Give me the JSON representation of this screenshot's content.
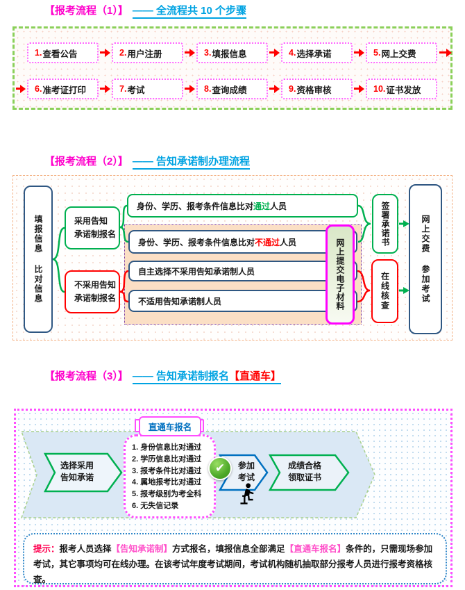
{
  "s1": {
    "title_prefix": "【报考流程（1）】",
    "title_dash": "——",
    "title_link": "全流程共 10 个步骤",
    "steps": [
      {
        "num": "1.",
        "label": "查看公告"
      },
      {
        "num": "2.",
        "label": "用户注册"
      },
      {
        "num": "3.",
        "label": "填报信息"
      },
      {
        "num": "4.",
        "label": "选择承诺"
      },
      {
        "num": "5.",
        "label": "网上交费"
      },
      {
        "num": "6.",
        "label": "准考证打印"
      },
      {
        "num": "7.",
        "label": "考试"
      },
      {
        "num": "8.",
        "label": "查询成绩"
      },
      {
        "num": "9.",
        "label": "资格审核"
      },
      {
        "num": "10.",
        "label": "证书发放"
      }
    ]
  },
  "s2": {
    "title_prefix": "【报考流程（2）】",
    "title_dash": "——",
    "title_link": "告知承诺制办理流程",
    "left_box": "填报信息 比对信息",
    "adopt_line1": "采用告知",
    "adopt_line2": "承诺制报名",
    "reject_line1": "不采用告知",
    "reject_line2": "承诺制报名",
    "pass_pre": "身份、学历、报考条件信息比对",
    "pass_hl": "通过",
    "pass_post": "人员",
    "fail_pre": "身份、学历、报考条件信息比对",
    "fail_hl": "不通过",
    "fail_post": "人员",
    "self_box": "自主选择不采用告知承诺制人员",
    "na_box": "不适用告知承诺制人员",
    "submit_box": "网上提交电子材料",
    "sign_box": "签署承诺书",
    "check_box": "在线核查",
    "right_box": "网上交费 参加考试"
  },
  "s3": {
    "title_prefix": "【报考流程（3）】",
    "title_dash": "——",
    "title_link": "告知承诺制报名",
    "title_red": "【直通车】",
    "tab": "直通车报名",
    "chevron1_line1": "选择采用",
    "chevron1_line2": "告知承诺",
    "conditions": [
      "1. 身份信息比对通过",
      "2. 学历信息比对通过",
      "3. 报考条件比对通过",
      "4. 属地报考比对通过",
      "5. 报考级别为考全科",
      "6. 无失信记录"
    ],
    "chevron2_line1": "参加",
    "chevron2_line2": "考试",
    "chevron3_line1": "成绩合格",
    "chevron3_line2": "领取证书",
    "tip_label": "提示：",
    "tip_seg1": "报考人员选择",
    "tip_hl1": "【告知承诺制】",
    "tip_seg2": "方式报名，填报信息全部满足",
    "tip_hl2": "【直通车报名】",
    "tip_seg3": "条件的，只需现场参加考试，",
    "tip_seg4": "其它事项均可在线办理。在该考试年度考试期间，考试机构随机抽取部分报考人员进行报考资格核查。"
  },
  "icons": {
    "check": "✔"
  },
  "colors": {
    "title_magenta": "#FF00CC",
    "link_blue": "#00A3E2",
    "red": "#FF0000",
    "green": "#00B050",
    "navy": "#2F5782",
    "magenta_border": "#FF00FF",
    "peach_bg": "#FBDFC5",
    "purple_dotted": "#7030A0",
    "sec1_border_green": "#8BD05A",
    "sec3_border_magenta": "#FF4DFF",
    "band_blue": "#DAE8F5",
    "chevron_blue": "#0070C0",
    "tip_border_blue": "#2E86C8"
  }
}
